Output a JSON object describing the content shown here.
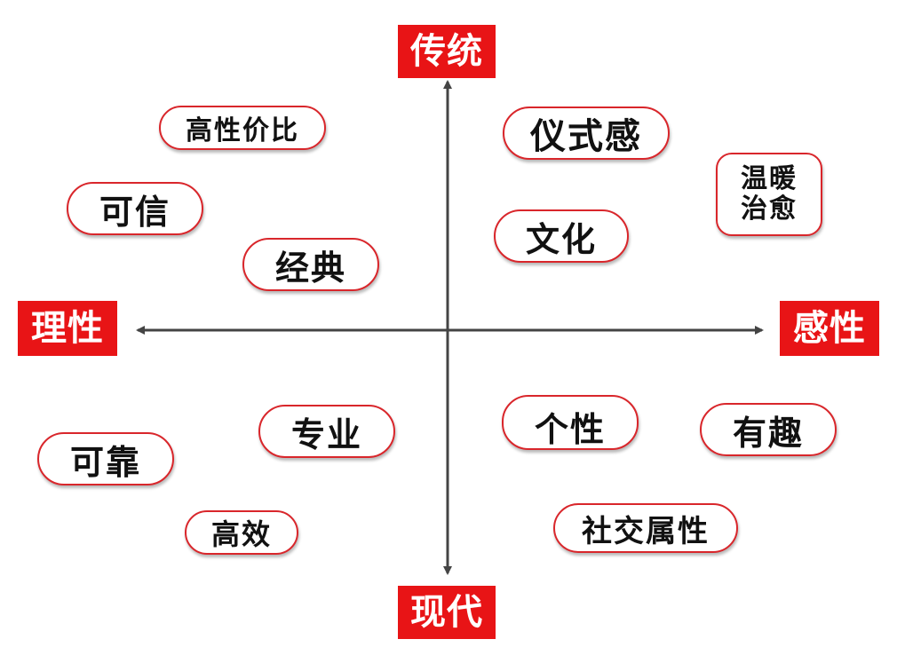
{
  "axes": {
    "top": "传统",
    "bottom": "现代",
    "left": "理性",
    "right": "感性"
  },
  "tags": {
    "high_value": "高性价比",
    "trustworthy": "可信",
    "classic": "经典",
    "ritual": "仪式感",
    "culture": "文化",
    "warm_line1": "温暖",
    "warm_line2": "治愈",
    "professional": "专业",
    "reliable": "可靠",
    "efficient": "高效",
    "individuality": "个性",
    "interesting": "有趣",
    "social": "社交属性"
  },
  "colors": {
    "accent": "#e81416",
    "tag_border": "#d9262b",
    "axis": "#444444"
  }
}
